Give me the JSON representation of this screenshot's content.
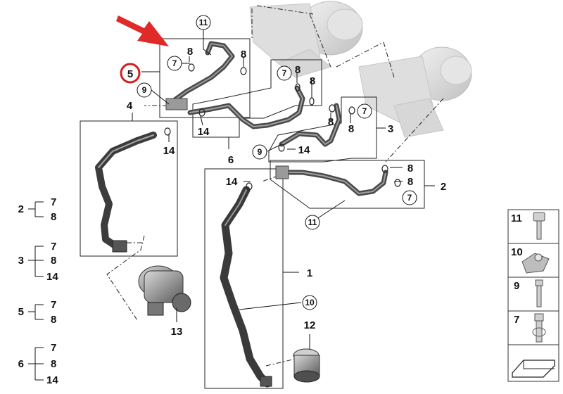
{
  "callouts": {
    "c1": "1",
    "c2": "2",
    "c3": "3",
    "c4": "4",
    "c5": "5",
    "c6": "6",
    "c7": "7",
    "c8": "8",
    "c9": "9",
    "c10": "10",
    "c11": "11",
    "c12": "12",
    "c13": "13",
    "c14": "14"
  },
  "sets": [
    {
      "id": "2",
      "items": [
        "7",
        "8"
      ]
    },
    {
      "id": "3",
      "items": [
        "7",
        "8",
        "14"
      ]
    },
    {
      "id": "5",
      "items": [
        "7",
        "8"
      ]
    },
    {
      "id": "6",
      "items": [
        "7",
        "8",
        "14"
      ]
    }
  ],
  "legend_parts": [
    "11",
    "10",
    "9",
    "7"
  ],
  "colors": {
    "highlight": "#d42020",
    "arrow": "#e02a2a",
    "hose": "#4a4a4a",
    "engine": "#c9c9c9"
  },
  "icons": {
    "pointer": "red-arrow-icon",
    "corner": "page-corner-icon"
  }
}
